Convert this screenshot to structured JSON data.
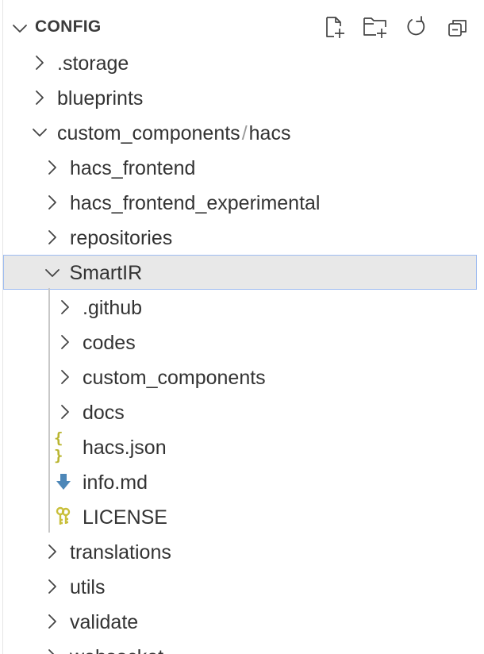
{
  "explorer": {
    "title": "CONFIG",
    "actions": [
      {
        "name": "new-file-icon"
      },
      {
        "name": "new-folder-icon"
      },
      {
        "name": "refresh-icon"
      },
      {
        "name": "collapse-all-icon"
      }
    ]
  },
  "tree": [
    {
      "label": ".storage",
      "type": "folder",
      "expanded": false,
      "depth": 0
    },
    {
      "label": "blueprints",
      "type": "folder",
      "expanded": false,
      "depth": 0
    },
    {
      "label": "custom_components",
      "label2": "hacs",
      "separator": "/",
      "type": "folder",
      "expanded": true,
      "depth": 0
    },
    {
      "label": "hacs_frontend",
      "type": "folder",
      "expanded": false,
      "depth": 1
    },
    {
      "label": "hacs_frontend_experimental",
      "type": "folder",
      "expanded": false,
      "depth": 1
    },
    {
      "label": "repositories",
      "type": "folder",
      "expanded": false,
      "depth": 1
    },
    {
      "label": "SmartIR",
      "type": "folder",
      "expanded": true,
      "depth": 1,
      "selected": true
    },
    {
      "label": ".github",
      "type": "folder",
      "expanded": false,
      "depth": 2
    },
    {
      "label": "codes",
      "type": "folder",
      "expanded": false,
      "depth": 2
    },
    {
      "label": "custom_components",
      "type": "folder",
      "expanded": false,
      "depth": 2
    },
    {
      "label": "docs",
      "type": "folder",
      "expanded": false,
      "depth": 2
    },
    {
      "label": "hacs.json",
      "type": "file",
      "icon": "json-braces-icon",
      "depth": 2
    },
    {
      "label": "info.md",
      "type": "file",
      "icon": "markdown-arrow-icon",
      "depth": 2
    },
    {
      "label": "LICENSE",
      "type": "file",
      "icon": "license-keys-icon",
      "depth": 2
    },
    {
      "label": "translations",
      "type": "folder",
      "expanded": false,
      "depth": 1
    },
    {
      "label": "utils",
      "type": "folder",
      "expanded": false,
      "depth": 1
    },
    {
      "label": "validate",
      "type": "folder",
      "expanded": false,
      "depth": 1
    },
    {
      "label": "websocket",
      "type": "folder",
      "expanded": false,
      "depth": 1
    }
  ],
  "colors": {
    "selection_bg": "#e8e8e8",
    "selection_border": "#9dbbf0",
    "json_icon": "#b9b530",
    "markdown_icon": "#4d87b8",
    "license_icon": "#c9bf3a"
  }
}
